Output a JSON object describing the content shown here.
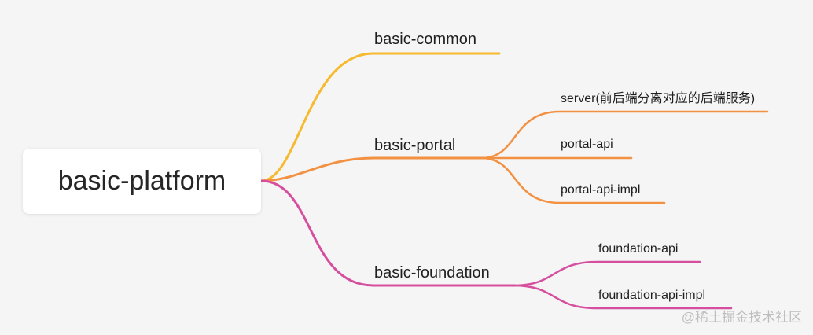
{
  "root": {
    "label": "basic-platform"
  },
  "branches": [
    {
      "id": "common",
      "label": "basic-common",
      "color": "#f7b92d",
      "children": []
    },
    {
      "id": "portal",
      "label": "basic-portal",
      "color": "#f39143",
      "children": [
        {
          "label": "server(前后端分离对应的后端服务)"
        },
        {
          "label": "portal-api"
        },
        {
          "label": "portal-api-impl"
        }
      ]
    },
    {
      "id": "foundation",
      "label": "basic-foundation",
      "color": "#d64f9e",
      "children": [
        {
          "label": "foundation-api"
        },
        {
          "label": "foundation-api-impl"
        }
      ]
    }
  ],
  "watermark": "@稀土掘金技术社区"
}
